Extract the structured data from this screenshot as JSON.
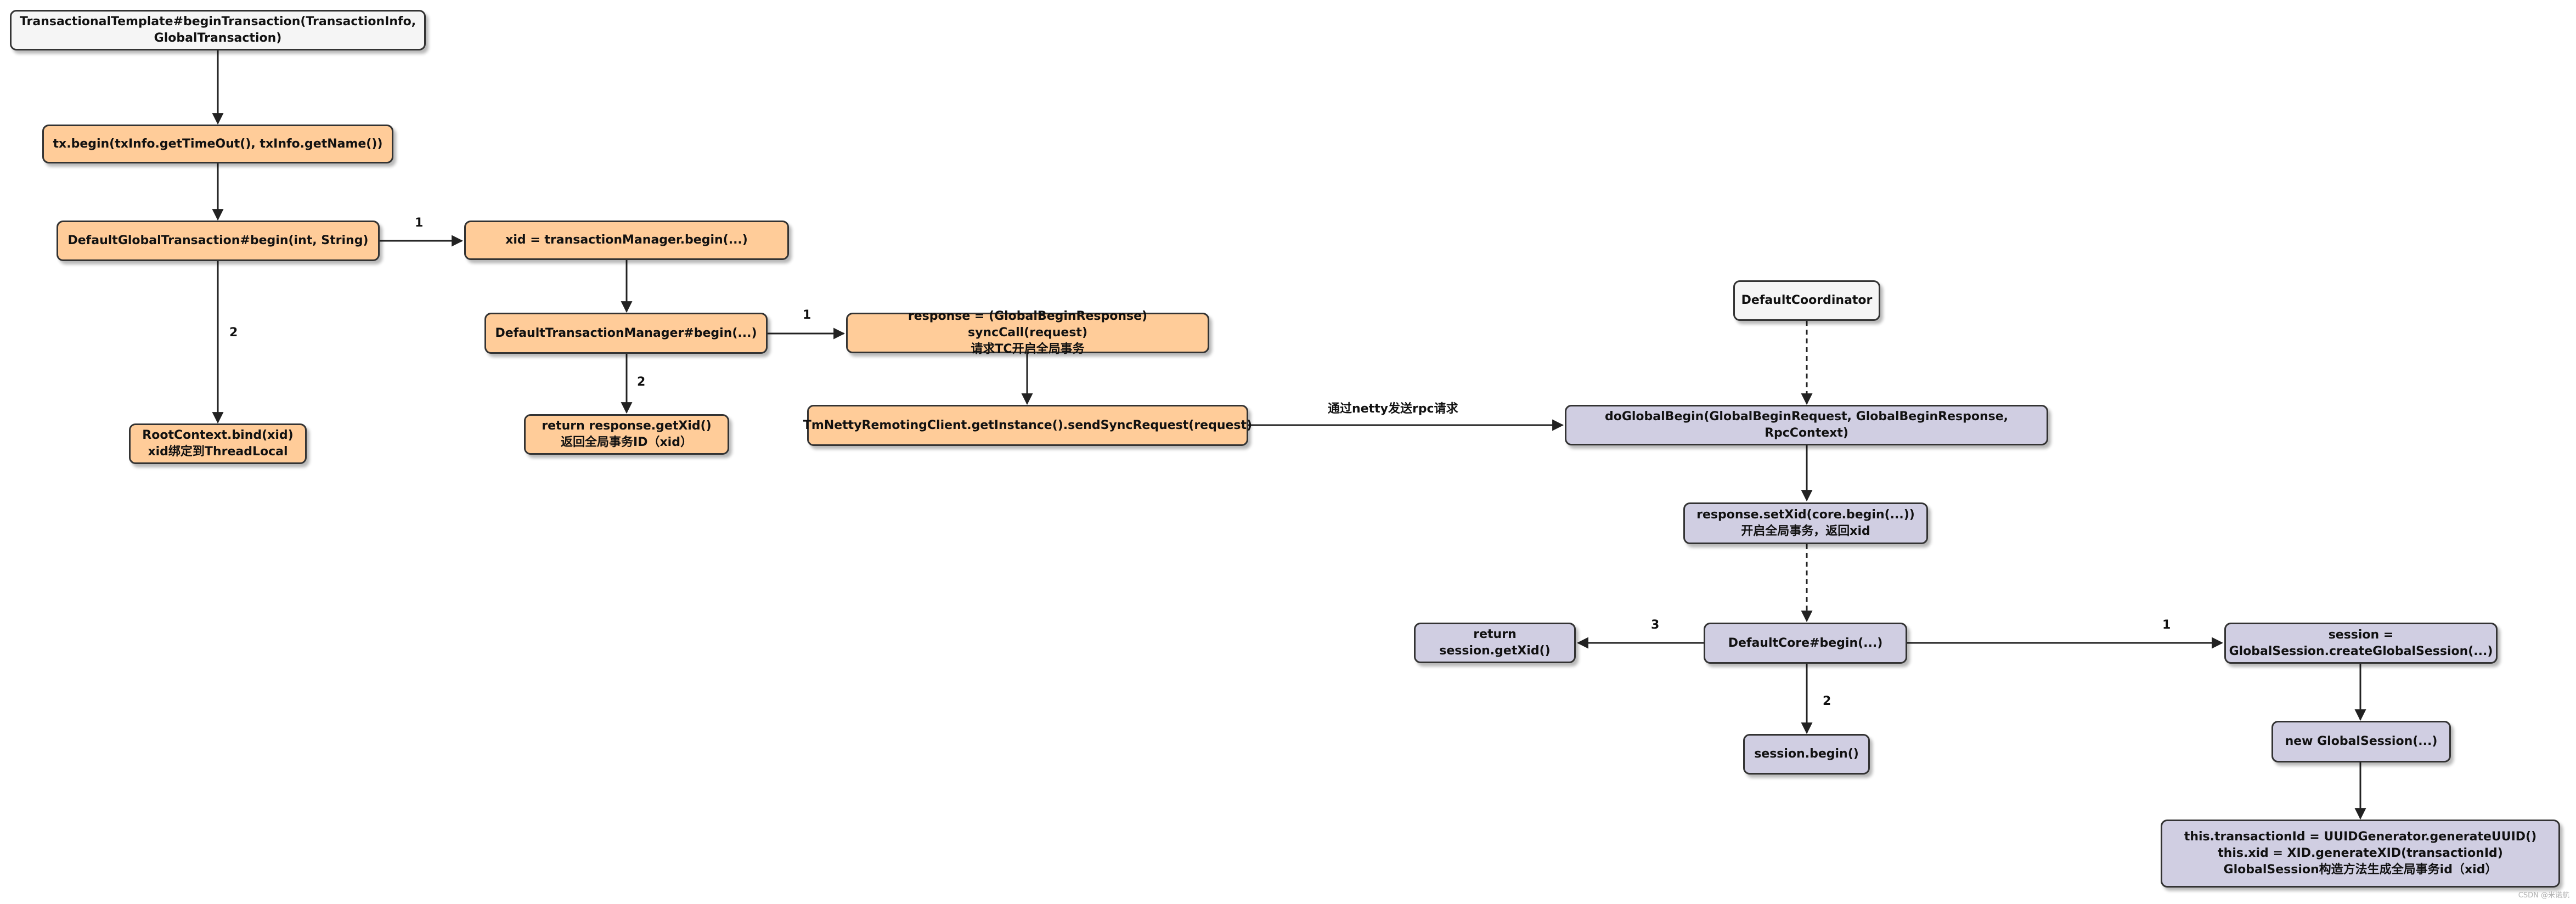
{
  "nodes": {
    "tt_begin": "TransactionalTemplate#beginTransaction(TransactionInfo,\nGlobalTransaction)",
    "tx_begin": "tx.begin(txInfo.getTimeOut(), txInfo.getName())",
    "dgt_begin": "DefaultGlobalTransaction#begin(int, String)",
    "xid_tm_begin": "xid = transactionManager.begin(...)",
    "dtm_begin": "DefaultTransactionManager#begin(...)",
    "response_sync": "response = (GlobalBeginResponse) syncCall(request)\n请求TC开启全局事务",
    "root_bind": "RootContext.bind(xid)\nxid绑定到ThreadLocal",
    "return_getxid": "return response.getXid()\n返回全局事务ID（xid）",
    "tm_netty": "TmNettyRemotingClient.getInstance().sendSyncRequest(request)",
    "default_coordinator": "DefaultCoordinator",
    "do_global_begin": "doGlobalBegin(GlobalBeginRequest, GlobalBeginResponse, RpcContext)",
    "response_setxid": "response.setXid(core.begin(...))\n开启全局事务，返回xid",
    "return_session_getxid": "return session.getXid()",
    "default_core_begin": "DefaultCore#begin(...)",
    "session_create": "session =\nGlobalSession.createGlobalSession(...)",
    "session_begin": "session.begin()",
    "new_global_session": "new GlobalSession(...)",
    "this_tid": "this.transactionId = UUIDGenerator.generateUUID()\nthis.xid = XID.generateXID(transactionId)\nGlobalSession构造方法生成全局事务id（xid）"
  },
  "edge_labels": {
    "dgt_to_xid": "1",
    "dgt_to_root": "2",
    "dtm_to_response": "1",
    "dtm_to_return": "2",
    "netty_to_dgb": "通过netty发送rpc请求",
    "core_to_return": "3",
    "core_to_session": "1",
    "core_to_session_begin": "2"
  },
  "watermark": "CSDN @米诺航",
  "colors": {
    "grey": "#f5f5f5",
    "orange": "#ffcc99",
    "purple": "#d0cee2",
    "stroke": "#333333"
  }
}
